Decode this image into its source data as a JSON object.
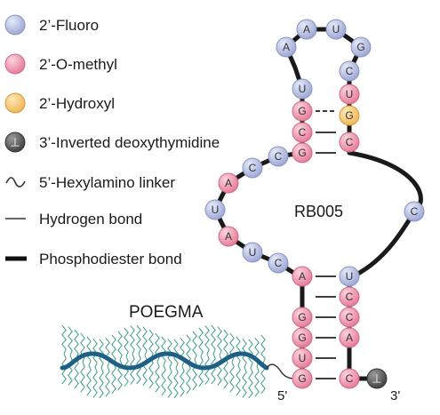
{
  "legend": {
    "fluoro": "2’-Fluoro",
    "omethyl": "2’-O-methyl",
    "hydroxyl": "2’-Hydroxyl",
    "inverted": "3’-Inverted deoxythymidine",
    "linker": "5’-Hexylamino linker",
    "hbond": "Hydrogen bond",
    "phospho": "Phosphodiester bond"
  },
  "labels": {
    "aptamer": "RB005",
    "polymer": "POEGMA",
    "five_prime": "5'",
    "three_prime": "3'",
    "inv_symbol": "⊥"
  },
  "colors": {
    "fluoro": "#aab4dc",
    "omethyl": "#ec8ea4",
    "hydroxyl": "#f5c56e",
    "inverted": "#5a5a5a",
    "polymer_backbone": "#1e5f86",
    "polymer_chains": "#3b9e85"
  },
  "nucleotides": [
    {
      "letter": "G",
      "mod": "omethyl"
    },
    {
      "letter": "U",
      "mod": "omethyl"
    },
    {
      "letter": "G",
      "mod": "omethyl"
    },
    {
      "letter": "G",
      "mod": "omethyl"
    },
    {
      "letter": "A",
      "mod": "omethyl"
    },
    {
      "letter": "C",
      "mod": "fluoro"
    },
    {
      "letter": "U",
      "mod": "fluoro"
    },
    {
      "letter": "A",
      "mod": "omethyl"
    },
    {
      "letter": "U",
      "mod": "fluoro"
    },
    {
      "letter": "A",
      "mod": "omethyl"
    },
    {
      "letter": "C",
      "mod": "fluoro"
    },
    {
      "letter": "C",
      "mod": "fluoro"
    },
    {
      "letter": "G",
      "mod": "omethyl"
    },
    {
      "letter": "C",
      "mod": "omethyl"
    },
    {
      "letter": "G",
      "mod": "omethyl"
    },
    {
      "letter": "U",
      "mod": "fluoro"
    },
    {
      "letter": "A",
      "mod": "fluoro"
    },
    {
      "letter": "A",
      "mod": "fluoro"
    },
    {
      "letter": "U",
      "mod": "fluoro"
    },
    {
      "letter": "G",
      "mod": "fluoro"
    },
    {
      "letter": "C",
      "mod": "fluoro"
    },
    {
      "letter": "U",
      "mod": "omethyl"
    },
    {
      "letter": "G",
      "mod": "hydroxyl"
    },
    {
      "letter": "C",
      "mod": "omethyl"
    },
    {
      "letter": "C",
      "mod": "fluoro"
    },
    {
      "letter": "U",
      "mod": "fluoro"
    },
    {
      "letter": "C",
      "mod": "omethyl"
    },
    {
      "letter": "C",
      "mod": "omethyl"
    },
    {
      "letter": "A",
      "mod": "omethyl"
    },
    {
      "letter": "C",
      "mod": "omethyl"
    }
  ]
}
